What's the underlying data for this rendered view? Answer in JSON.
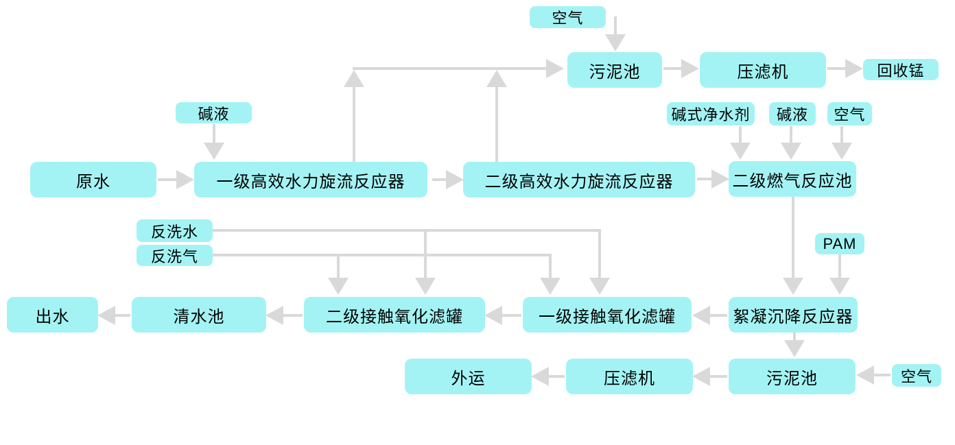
{
  "colors": {
    "node_fill": "#a4f3f4",
    "arrow": "#d9d9d9",
    "text": "#000000",
    "background": "#ffffff"
  },
  "nodes": {
    "air_top": {
      "label": "空气"
    },
    "sludge_pool_top": {
      "label": "污泥池"
    },
    "filter_press_top": {
      "label": "压滤机"
    },
    "recover_manganese": {
      "label": "回收锰"
    },
    "alkali_left": {
      "label": "碱液"
    },
    "raw_water": {
      "label": "原水"
    },
    "cyclone_reactor_1": {
      "label": "一级高效水力旋流反应器"
    },
    "cyclone_reactor_2": {
      "label": "二级高效水力旋流反应器"
    },
    "basic_purifier": {
      "label": "碱式净水剂"
    },
    "alkali_right": {
      "label": "碱液"
    },
    "air_right": {
      "label": "空气"
    },
    "gas_reactor": {
      "label": "二级燃气反应池"
    },
    "pam": {
      "label": "PAM"
    },
    "backwash_water": {
      "label": "反洗水"
    },
    "backwash_air": {
      "label": "反洗气"
    },
    "floc_reactor": {
      "label": "絮凝沉降反应器"
    },
    "contact_filter_1": {
      "label": "一级接触氧化滤罐"
    },
    "contact_filter_2": {
      "label": "二级接触氧化滤罐"
    },
    "clear_water_pool": {
      "label": "清水池"
    },
    "water_out": {
      "label": "出水"
    },
    "transport_out": {
      "label": "外运"
    },
    "filter_press_bottom": {
      "label": "压滤机"
    },
    "sludge_pool_bottom": {
      "label": "污泥池"
    },
    "air_bottom": {
      "label": "空气"
    }
  },
  "edges": [
    {
      "from": "空气(上)",
      "to": "污泥池(上)"
    },
    {
      "from": "一级高效水力旋流反应器",
      "to": "污泥池(上)"
    },
    {
      "from": "二级高效水力旋流反应器",
      "to": "污泥池(上)"
    },
    {
      "from": "污泥池(上)",
      "to": "压滤机(上)"
    },
    {
      "from": "压滤机(上)",
      "to": "回收锰"
    },
    {
      "from": "碱液(左)",
      "to": "一级高效水力旋流反应器"
    },
    {
      "from": "原水",
      "to": "一级高效水力旋流反应器"
    },
    {
      "from": "一级高效水力旋流反应器",
      "to": "二级高效水力旋流反应器"
    },
    {
      "from": "二级高效水力旋流反应器",
      "to": "二级燃气反应池"
    },
    {
      "from": "碱式净水剂",
      "to": "二级燃气反应池"
    },
    {
      "from": "碱液(右)",
      "to": "二级燃气反应池"
    },
    {
      "from": "空气(右)",
      "to": "二级燃气反应池"
    },
    {
      "from": "二级燃气反应池",
      "to": "絮凝沉降反应器"
    },
    {
      "from": "PAM",
      "to": "絮凝沉降反应器"
    },
    {
      "from": "絮凝沉降反应器",
      "to": "一级接触氧化滤罐"
    },
    {
      "from": "一级接触氧化滤罐",
      "to": "二级接触氧化滤罐"
    },
    {
      "from": "二级接触氧化滤罐",
      "to": "清水池"
    },
    {
      "from": "清水池",
      "to": "出水"
    },
    {
      "from": "反洗水",
      "to": "二级接触氧化滤罐"
    },
    {
      "from": "反洗水",
      "to": "一级接触氧化滤罐"
    },
    {
      "from": "反洗气",
      "to": "二级接触氧化滤罐"
    },
    {
      "from": "反洗气",
      "to": "一级接触氧化滤罐"
    },
    {
      "from": "絮凝沉降反应器",
      "to": "污泥池(下)"
    },
    {
      "from": "空气(下)",
      "to": "污泥池(下)"
    },
    {
      "from": "污泥池(下)",
      "to": "压滤机(下)"
    },
    {
      "from": "压滤机(下)",
      "to": "外运"
    }
  ]
}
